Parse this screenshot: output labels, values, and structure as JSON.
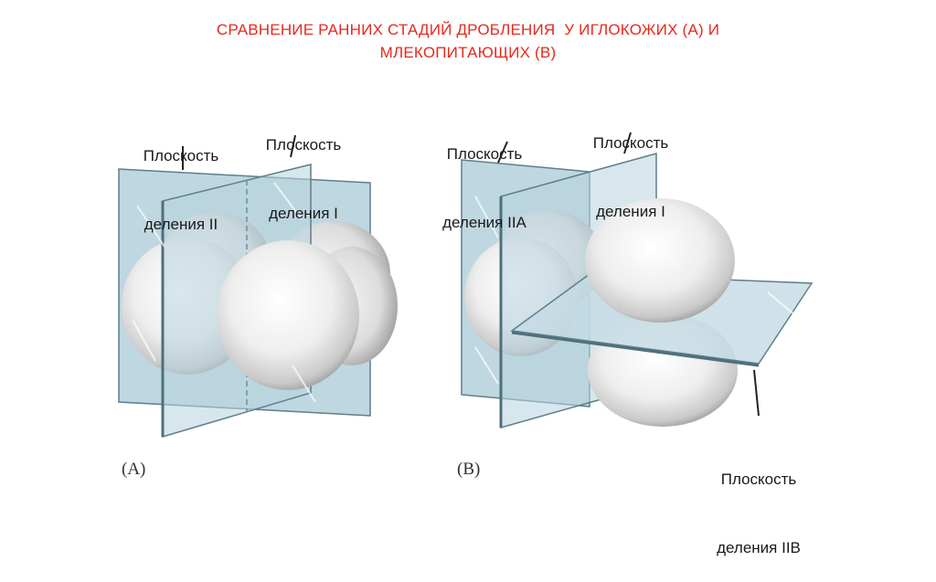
{
  "title": {
    "line1": "СРАВНЕНИЕ РАННИХ СТАДИЙ ДРОБЛЕНИЯ  У ИГЛОКОЖИХ (А) И",
    "line2": "МЛЕКОПИТАЮЩИХ (В)"
  },
  "figure_a": {
    "label_plane2": {
      "line1": "Плоскость",
      "line2": "деления II"
    },
    "label_plane1": {
      "line1": "Плоскость",
      "line2": "деления I"
    },
    "panel": "(A)"
  },
  "figure_b": {
    "label_plane2a": {
      "line1": "Плоскость",
      "line2": "деления IIA"
    },
    "label_plane1": {
      "line1": "Плоскость",
      "line2": "деления I"
    },
    "label_plane2b": {
      "line1": "Плоскость",
      "line2": "деления IIB"
    },
    "panel": "(B)"
  },
  "colors": {
    "title": "#e8281e",
    "plane_fill": "#a9c9d6",
    "plane_edge": "#5d7f8c",
    "cell_fill": "#ececec"
  }
}
